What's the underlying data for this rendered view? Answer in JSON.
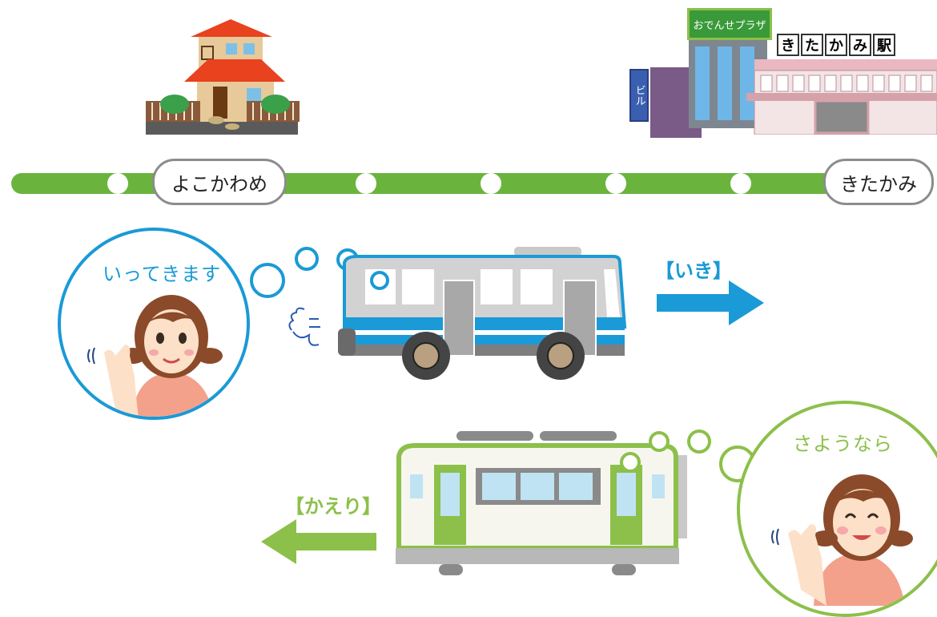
{
  "route": {
    "home_station": "よこかわめ",
    "terminal_station": "きたかみ"
  },
  "buildings": {
    "plaza_sign": "おでんせプラザ",
    "building_sign": "ビル",
    "station_sign_chars": [
      "き",
      "た",
      "か",
      "み",
      "駅"
    ]
  },
  "outbound": {
    "greeting": "いってきます",
    "label": "【いき】"
  },
  "inbound": {
    "greeting": "さようなら",
    "label": "【かえり】"
  },
  "colors": {
    "route_line": "#6ab43e",
    "bus_blue": "#1a9ad6",
    "train_green": "#8cc04a",
    "outbound_arrow": "#1a9ad6",
    "inbound_arrow": "#8cc04a"
  }
}
